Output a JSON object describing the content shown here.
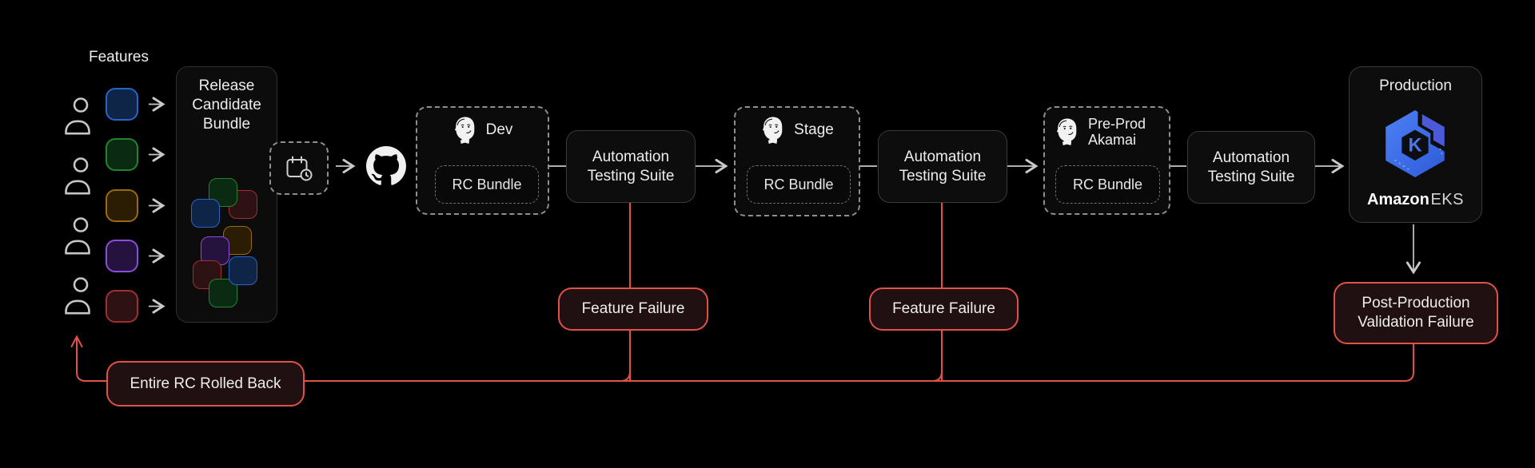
{
  "colors": {
    "background": "#000000",
    "failure_red": "#e2504a",
    "failure_bg": "#211011",
    "node_bg": "#0d0d0d",
    "node_border": "#3a3a3a",
    "dashed_border": "#8f8f8f",
    "connector": "#c9c9c9",
    "text": "#ededed",
    "eks_blue": "#4678f2",
    "eks_indigo": "#4a5ad8"
  },
  "icons": {
    "person": "person-icon",
    "scheduler": "calendar-clock-icon",
    "github": "github-icon",
    "jenkins": "jenkins-icon",
    "eks": "amazon-eks-logo"
  },
  "features": {
    "label": "Features",
    "items": [
      {
        "name": "feature-blue",
        "border": "#2b63c9",
        "fill": "#0f2547"
      },
      {
        "name": "feature-green",
        "border": "#22842f",
        "fill": "#0a2a12"
      },
      {
        "name": "feature-orange",
        "border": "#9c6a0a",
        "fill": "#2b1d04"
      },
      {
        "name": "feature-purple",
        "border": "#8a4fd8",
        "fill": "#26123e"
      },
      {
        "name": "feature-red",
        "border": "#a03030",
        "fill": "#2d1113"
      }
    ]
  },
  "rc_bundle": {
    "title": "Release Candidate Bundle",
    "mini_squares": [
      {
        "name": "mini-orange",
        "border": "#9c6a0a",
        "fill": "#2b1d04"
      },
      {
        "name": "mini-red",
        "border": "#a03030",
        "fill": "#2d1113"
      },
      {
        "name": "mini-green",
        "border": "#22842f",
        "fill": "#0a2a12"
      },
      {
        "name": "mini-blue",
        "border": "#2b63c9",
        "fill": "#0f2547"
      },
      {
        "name": "mini-purple",
        "border": "#8a4fd8",
        "fill": "#26123e"
      },
      {
        "name": "mini-darkred",
        "border": "#a03030",
        "fill": "#2d1113"
      },
      {
        "name": "mini-green2",
        "border": "#22842f",
        "fill": "#0a2a12"
      },
      {
        "name": "mini-blue2",
        "border": "#2b63c9",
        "fill": "#0f2547"
      }
    ]
  },
  "environments": [
    {
      "name_lines": [
        "Dev"
      ],
      "bundle": "RC Bundle"
    },
    {
      "name_lines": [
        "Stage"
      ],
      "bundle": "RC Bundle"
    },
    {
      "name_lines": [
        "Pre-Prod",
        "Akamai"
      ],
      "bundle": "RC Bundle"
    }
  ],
  "automation_suite": {
    "line1": "Automation",
    "line2": "Testing Suite"
  },
  "production": {
    "label": "Production",
    "logo_letter": "K",
    "brand_bold": "Amazon",
    "brand_light": "EKS"
  },
  "failures": {
    "feature_failures": [
      {
        "label": "Feature Failure"
      },
      {
        "label": "Feature Failure"
      }
    ],
    "post_production": {
      "line1": "Post-Production",
      "line2": "Validation Failure"
    },
    "rollback": {
      "label": "Entire RC Rolled Back"
    }
  }
}
